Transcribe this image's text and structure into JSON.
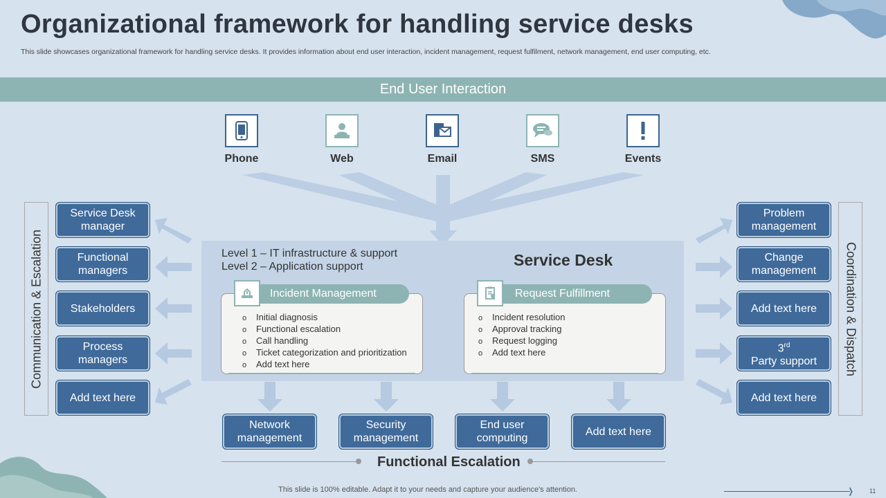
{
  "title": "Organizational framework for handling service desks",
  "subtitle": "This slide showcases organizational framework for handling service desks. It provides information about end user interaction, incident management, request fulfilment, network management, end user computing, etc.",
  "banner": "End User Interaction",
  "channels": [
    {
      "label": "Phone",
      "icon": "phone-icon"
    },
    {
      "label": "Web",
      "icon": "web-user-icon"
    },
    {
      "label": "Email",
      "icon": "email-icon"
    },
    {
      "label": "SMS",
      "icon": "sms-icon"
    },
    {
      "label": "Events",
      "icon": "exclamation-icon"
    }
  ],
  "left_side_label": "Communication & Escalation",
  "right_side_label": "Coordination & Dispatch",
  "left_boxes": [
    "Service Desk manager",
    "Functional managers",
    "Stakeholders",
    "Process managers",
    "Add text here"
  ],
  "right_boxes": [
    "Problem management",
    "Change management",
    "Add text here",
    "3rd Party support",
    "Add text here"
  ],
  "right_box_sup": {
    "base": "3",
    "sup": "rd",
    "rest": "Party support"
  },
  "service_desk": {
    "title": "Service Desk",
    "level1": "Level 1 – IT infrastructure  & support",
    "level2": "Level 2 – Application support",
    "incident": {
      "title": "Incident Management",
      "items": [
        "Initial diagnosis",
        "Functional escalation",
        "Call handling",
        "Ticket categorization and prioritization",
        "Add text here"
      ]
    },
    "request": {
      "title": "Request Fulfillment",
      "items": [
        "Incident resolution",
        "Approval tracking",
        "Request logging",
        "Add text here"
      ]
    }
  },
  "bottom_boxes": [
    "Network management",
    "Security management",
    "End user computing",
    "Add text here"
  ],
  "functional_escalation": "Functional Escalation",
  "footer": "This slide is 100% editable. Adapt it to your needs and capture your audience's attention.",
  "page_number": "11",
  "colors": {
    "navy": "#3f6a9a",
    "teal": "#8db4b3",
    "background": "#d6e2ee",
    "arrow": "#b5c9e0"
  }
}
